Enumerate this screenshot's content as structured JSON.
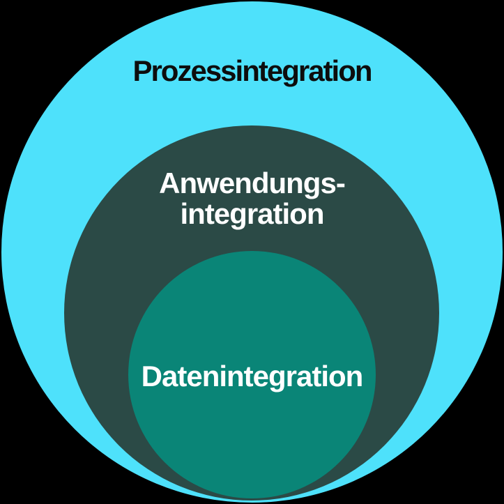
{
  "diagram": {
    "type": "nested-circles",
    "background_color": "#000000",
    "outer": {
      "label": "Prozessintegration",
      "fill": "#4EE1FB",
      "text_color": "#0D0D0D"
    },
    "middle": {
      "label": "Anwendungs-integration",
      "label_line1": "Anwendungs-",
      "label_line2": "integration",
      "fill": "#2B4A46",
      "text_color": "#FFFFFF"
    },
    "inner": {
      "label": "Datenintegration",
      "fill": "#0A8577",
      "text_color": "#FFFFFF"
    }
  }
}
